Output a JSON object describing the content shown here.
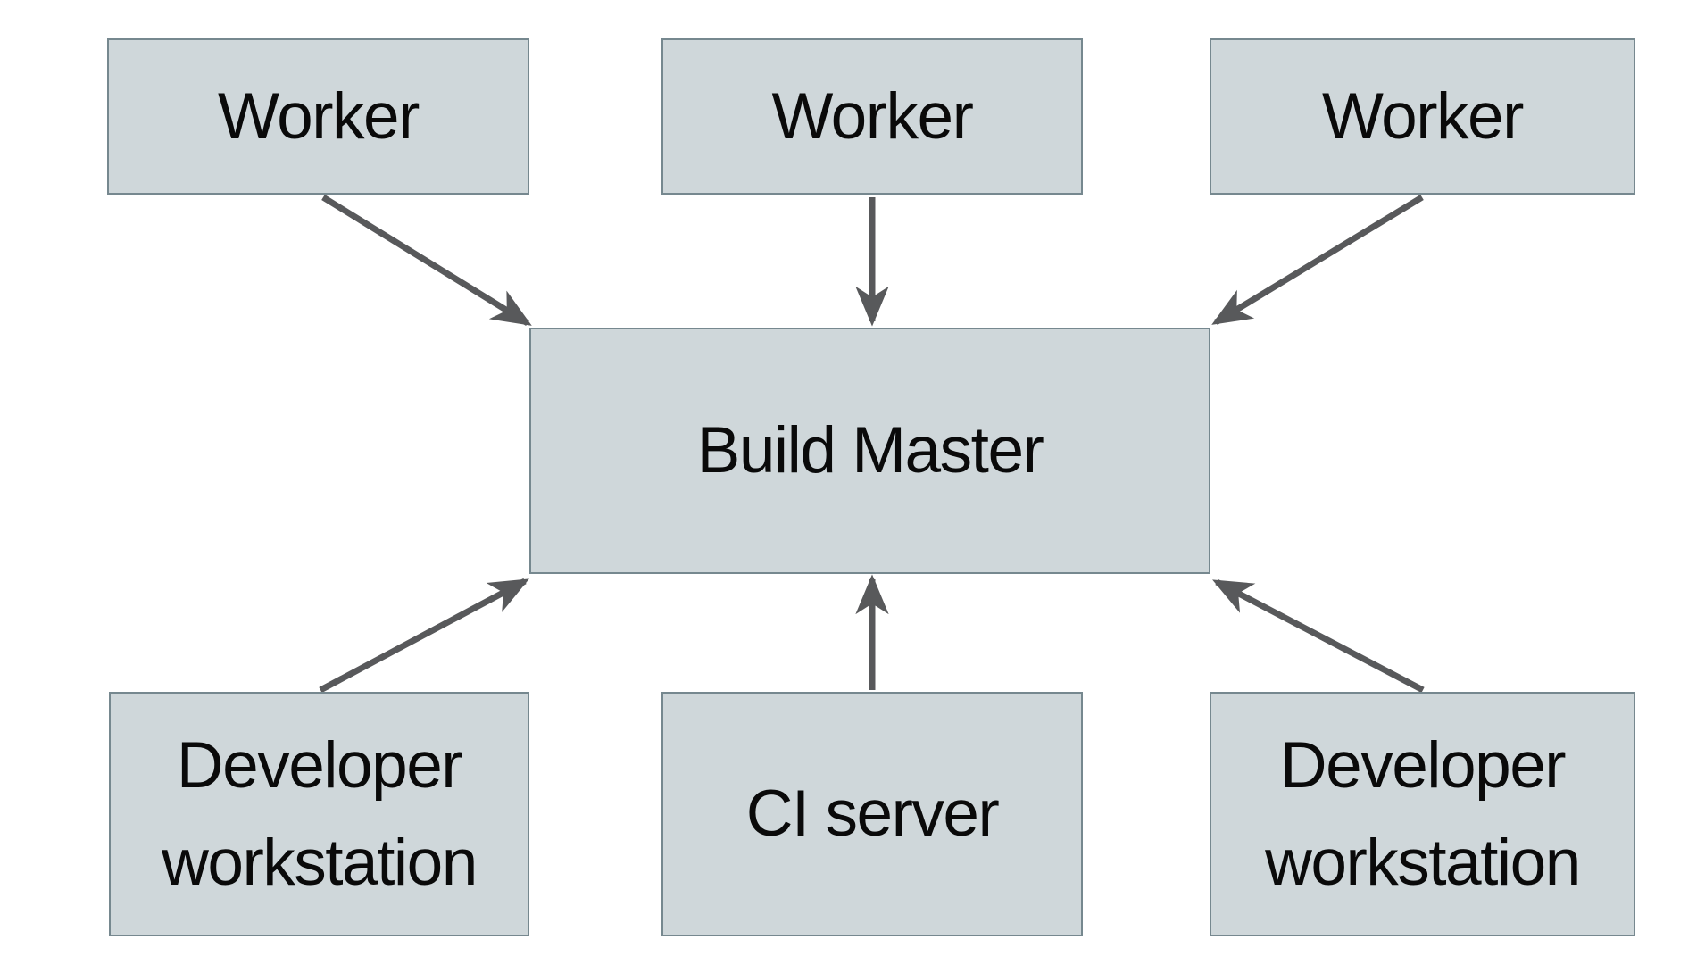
{
  "diagram": {
    "description": "Build system topology diagram: three Workers report down to a central Build Master; two Developer workstations and a CI server send work up to the Build Master.",
    "nodes": {
      "worker1": {
        "label": "Worker"
      },
      "worker2": {
        "label": "Worker"
      },
      "worker3": {
        "label": "Worker"
      },
      "buildMaster": {
        "label": "Build Master"
      },
      "devLeft": {
        "label": "Developer workstation"
      },
      "ciServer": {
        "label": "CI server"
      },
      "devRight": {
        "label": "Developer workstation"
      }
    },
    "edges": [
      {
        "from": "worker1",
        "to": "buildMaster",
        "style": "arrow"
      },
      {
        "from": "worker2",
        "to": "buildMaster",
        "style": "arrow"
      },
      {
        "from": "worker3",
        "to": "buildMaster",
        "style": "arrow"
      },
      {
        "from": "devLeft",
        "to": "buildMaster",
        "style": "arrow"
      },
      {
        "from": "ciServer",
        "to": "buildMaster",
        "style": "arrow"
      },
      {
        "from": "devRight",
        "to": "buildMaster",
        "style": "arrow"
      }
    ],
    "colors": {
      "node_fill": "#cfd7da",
      "node_border": "#76888f",
      "arrow": "#58595b",
      "text": "#0a0a0a",
      "background": "#ffffff"
    }
  }
}
